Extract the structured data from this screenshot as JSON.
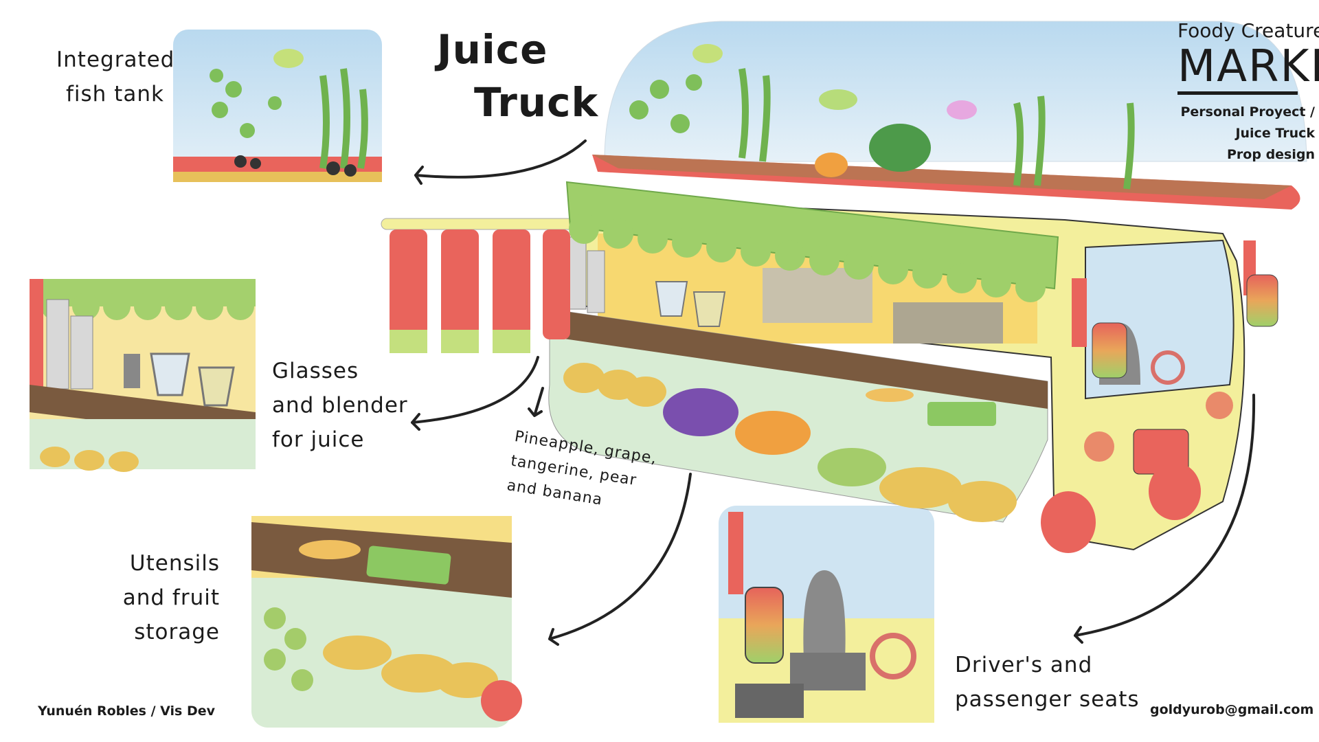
{
  "title": {
    "line1": "Juice",
    "line2": "Truck"
  },
  "logo": {
    "line1": "Foody Creatures",
    "line2": "MARKET"
  },
  "project": {
    "line1": "Personal Proyect /",
    "line2": "Juice Truck",
    "line3": "Prop design"
  },
  "callouts": {
    "fish_tank": [
      "Integrated",
      "fish tank"
    ],
    "glasses": [
      "Glasses",
      "and blender",
      "for juice"
    ],
    "fruits": [
      "Pineapple, grape,",
      "tangerine, pear",
      "and banana"
    ],
    "utensils": [
      "Utensils",
      "and fruit",
      "storage"
    ],
    "seats": [
      "Driver's and",
      "passenger seats"
    ]
  },
  "credit": "Yunuén Robles / Vis Dev",
  "email": "goldyurob@gmail.com",
  "colors": {
    "awning": "#9fcf6a",
    "truck": "#f3ef9c",
    "tank_rim": "#e9645c",
    "water": "#cfe4f2",
    "counter": "#7a5a3f"
  }
}
